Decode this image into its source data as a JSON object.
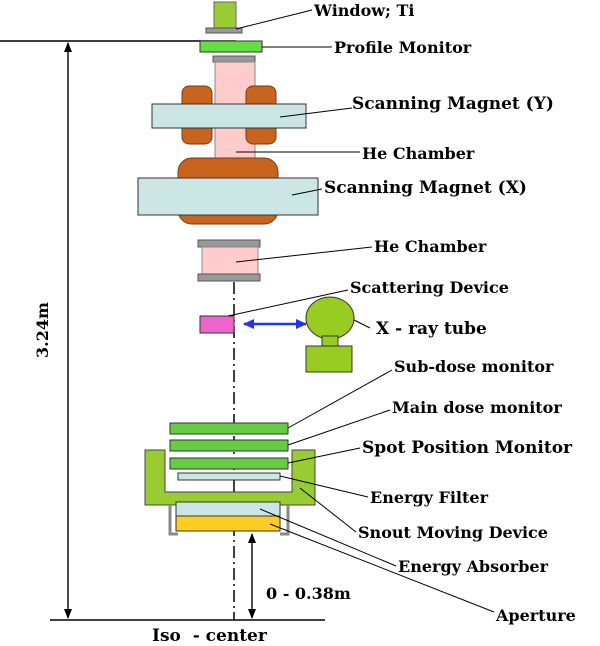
{
  "labels": {
    "window": "Window; Ti",
    "profile_monitor": "Profile Monitor",
    "scanning_magnet_y": "Scanning Magnet (Y)",
    "he_chamber_1": "He Chamber",
    "scanning_magnet_x": "Scanning Magnet (X)",
    "he_chamber_2": "He Chamber",
    "scattering_device": "Scattering Device",
    "xray_tube": "X - ray tube",
    "sub_dose_monitor": "Sub-dose monitor",
    "main_dose_monitor": "Main dose monitor",
    "spot_position_monitor": "Spot Position Monitor",
    "energy_filter": "Energy Filter",
    "snout_moving_device": "Snout Moving Device",
    "energy_absorber": "Energy Absorber",
    "aperture": "Aperture",
    "iso_center": "Iso  - center"
  },
  "dimensions": {
    "total_height": "3.24m",
    "snout_range": "0 - 0.38m"
  },
  "colors": {
    "window": "#99cc33",
    "profile_monitor": "#66dd44",
    "he_chamber": "#ffcccc",
    "magnet_yoke": "#c8641e",
    "magnet_coil": "#cce6e6",
    "scattering_device": "#ee66cc",
    "xray_tube": "#99cc22",
    "dose_monitor": "#66cc44",
    "energy_filter": "#cce6e6",
    "snout": "#99cc33",
    "energy_absorber": "#ffcc22",
    "arrow": "#2233ee"
  }
}
